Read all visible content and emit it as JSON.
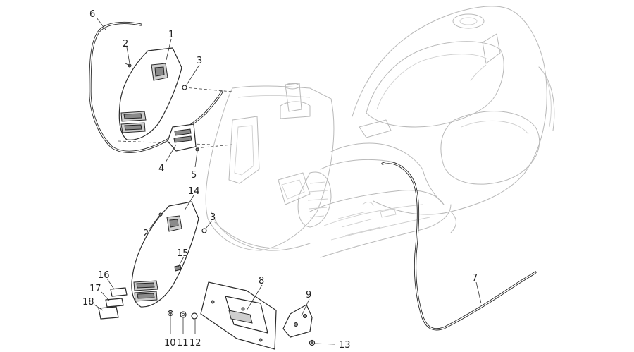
{
  "diagram": {
    "callouts": [
      {
        "id": "c6",
        "label": "6"
      },
      {
        "id": "c2a",
        "label": "2"
      },
      {
        "id": "c1",
        "label": "1"
      },
      {
        "id": "c3a",
        "label": "3"
      },
      {
        "id": "c4",
        "label": "4"
      },
      {
        "id": "c5",
        "label": "5"
      },
      {
        "id": "c14",
        "label": "14"
      },
      {
        "id": "c2b",
        "label": "2"
      },
      {
        "id": "c3b",
        "label": "3"
      },
      {
        "id": "c15",
        "label": "15"
      },
      {
        "id": "c16",
        "label": "16"
      },
      {
        "id": "c17",
        "label": "17"
      },
      {
        "id": "c18",
        "label": "18"
      },
      {
        "id": "c8",
        "label": "8"
      },
      {
        "id": "c9",
        "label": "9"
      },
      {
        "id": "c7",
        "label": "7"
      },
      {
        "id": "c10",
        "label": "10"
      },
      {
        "id": "c11",
        "label": "11"
      },
      {
        "id": "c12",
        "label": "12"
      },
      {
        "id": "c13",
        "label": "13"
      }
    ]
  }
}
